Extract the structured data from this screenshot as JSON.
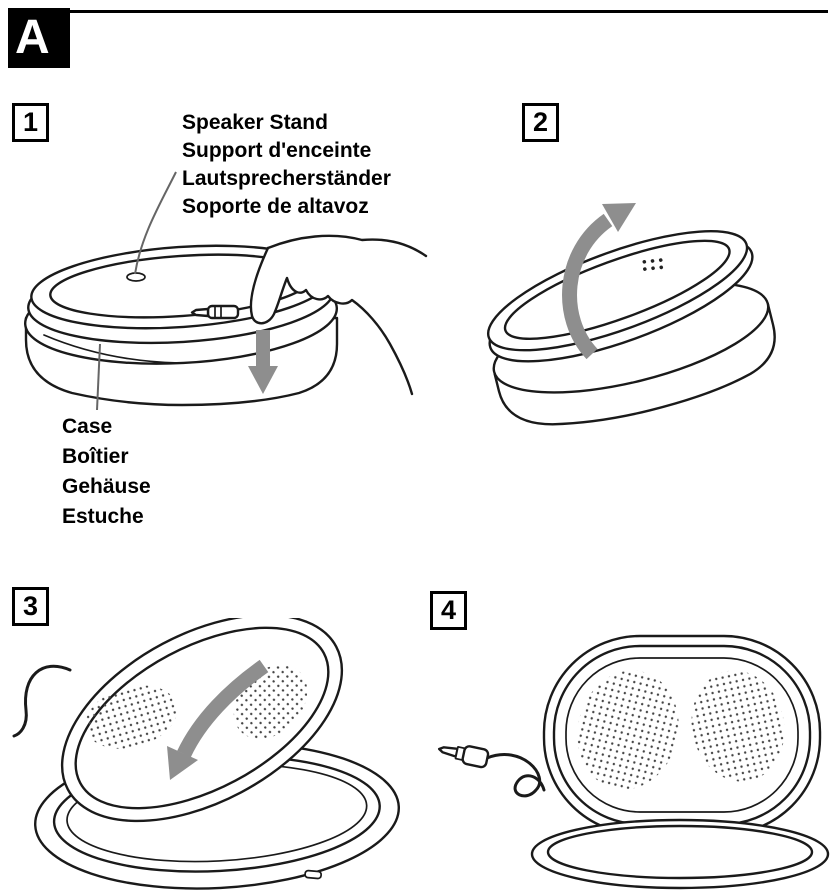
{
  "colors": {
    "arrow_color": "#8e8e8e",
    "line_color": "#1a1a1a"
  },
  "section": {
    "label": "A"
  },
  "steps": [
    {
      "number": "1"
    },
    {
      "number": "2"
    },
    {
      "number": "3"
    },
    {
      "number": "4"
    }
  ],
  "labels": {
    "speaker_stand": [
      "Speaker Stand",
      "Support d'enceinte",
      "Lautsprecherständer",
      "Soporte de altavoz"
    ],
    "case": [
      "Case",
      "Boîtier",
      "Gehäuse",
      "Estuche"
    ]
  }
}
